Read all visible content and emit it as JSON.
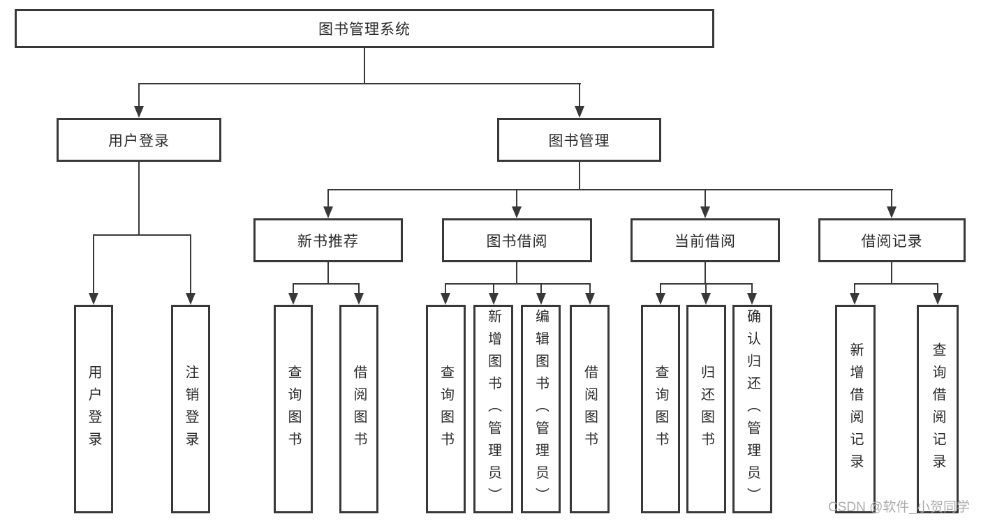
{
  "tree": {
    "label": "图书管理系统",
    "children": [
      {
        "label": "用户登录",
        "children": [
          {
            "label": "用户登录"
          },
          {
            "label": "注销登录"
          }
        ]
      },
      {
        "label": "图书管理",
        "children": [
          {
            "label": "新书推荐",
            "children": [
              {
                "label": "查询图书"
              },
              {
                "label": "借阅图书"
              }
            ]
          },
          {
            "label": "图书借阅",
            "children": [
              {
                "label": "查询图书"
              },
              {
                "label": "新增图书（管理员）"
              },
              {
                "label": "编辑图书（管理员）"
              },
              {
                "label": "借阅图书"
              }
            ]
          },
          {
            "label": "当前借阅",
            "children": [
              {
                "label": "查询图书"
              },
              {
                "label": "归还图书"
              },
              {
                "label": "确认归还（管理员）"
              }
            ]
          },
          {
            "label": "借阅记录",
            "children": [
              {
                "label": "新增借阅记录"
              },
              {
                "label": "查询借阅记录"
              }
            ]
          }
        ]
      }
    ]
  },
  "watermark": {
    "text": "CSDN @软件_小贺同学"
  },
  "colors": {
    "line": "#383838",
    "text": "#2b2b2b",
    "box_background": "#ffffff",
    "watermark": "#a8a8a8"
  }
}
